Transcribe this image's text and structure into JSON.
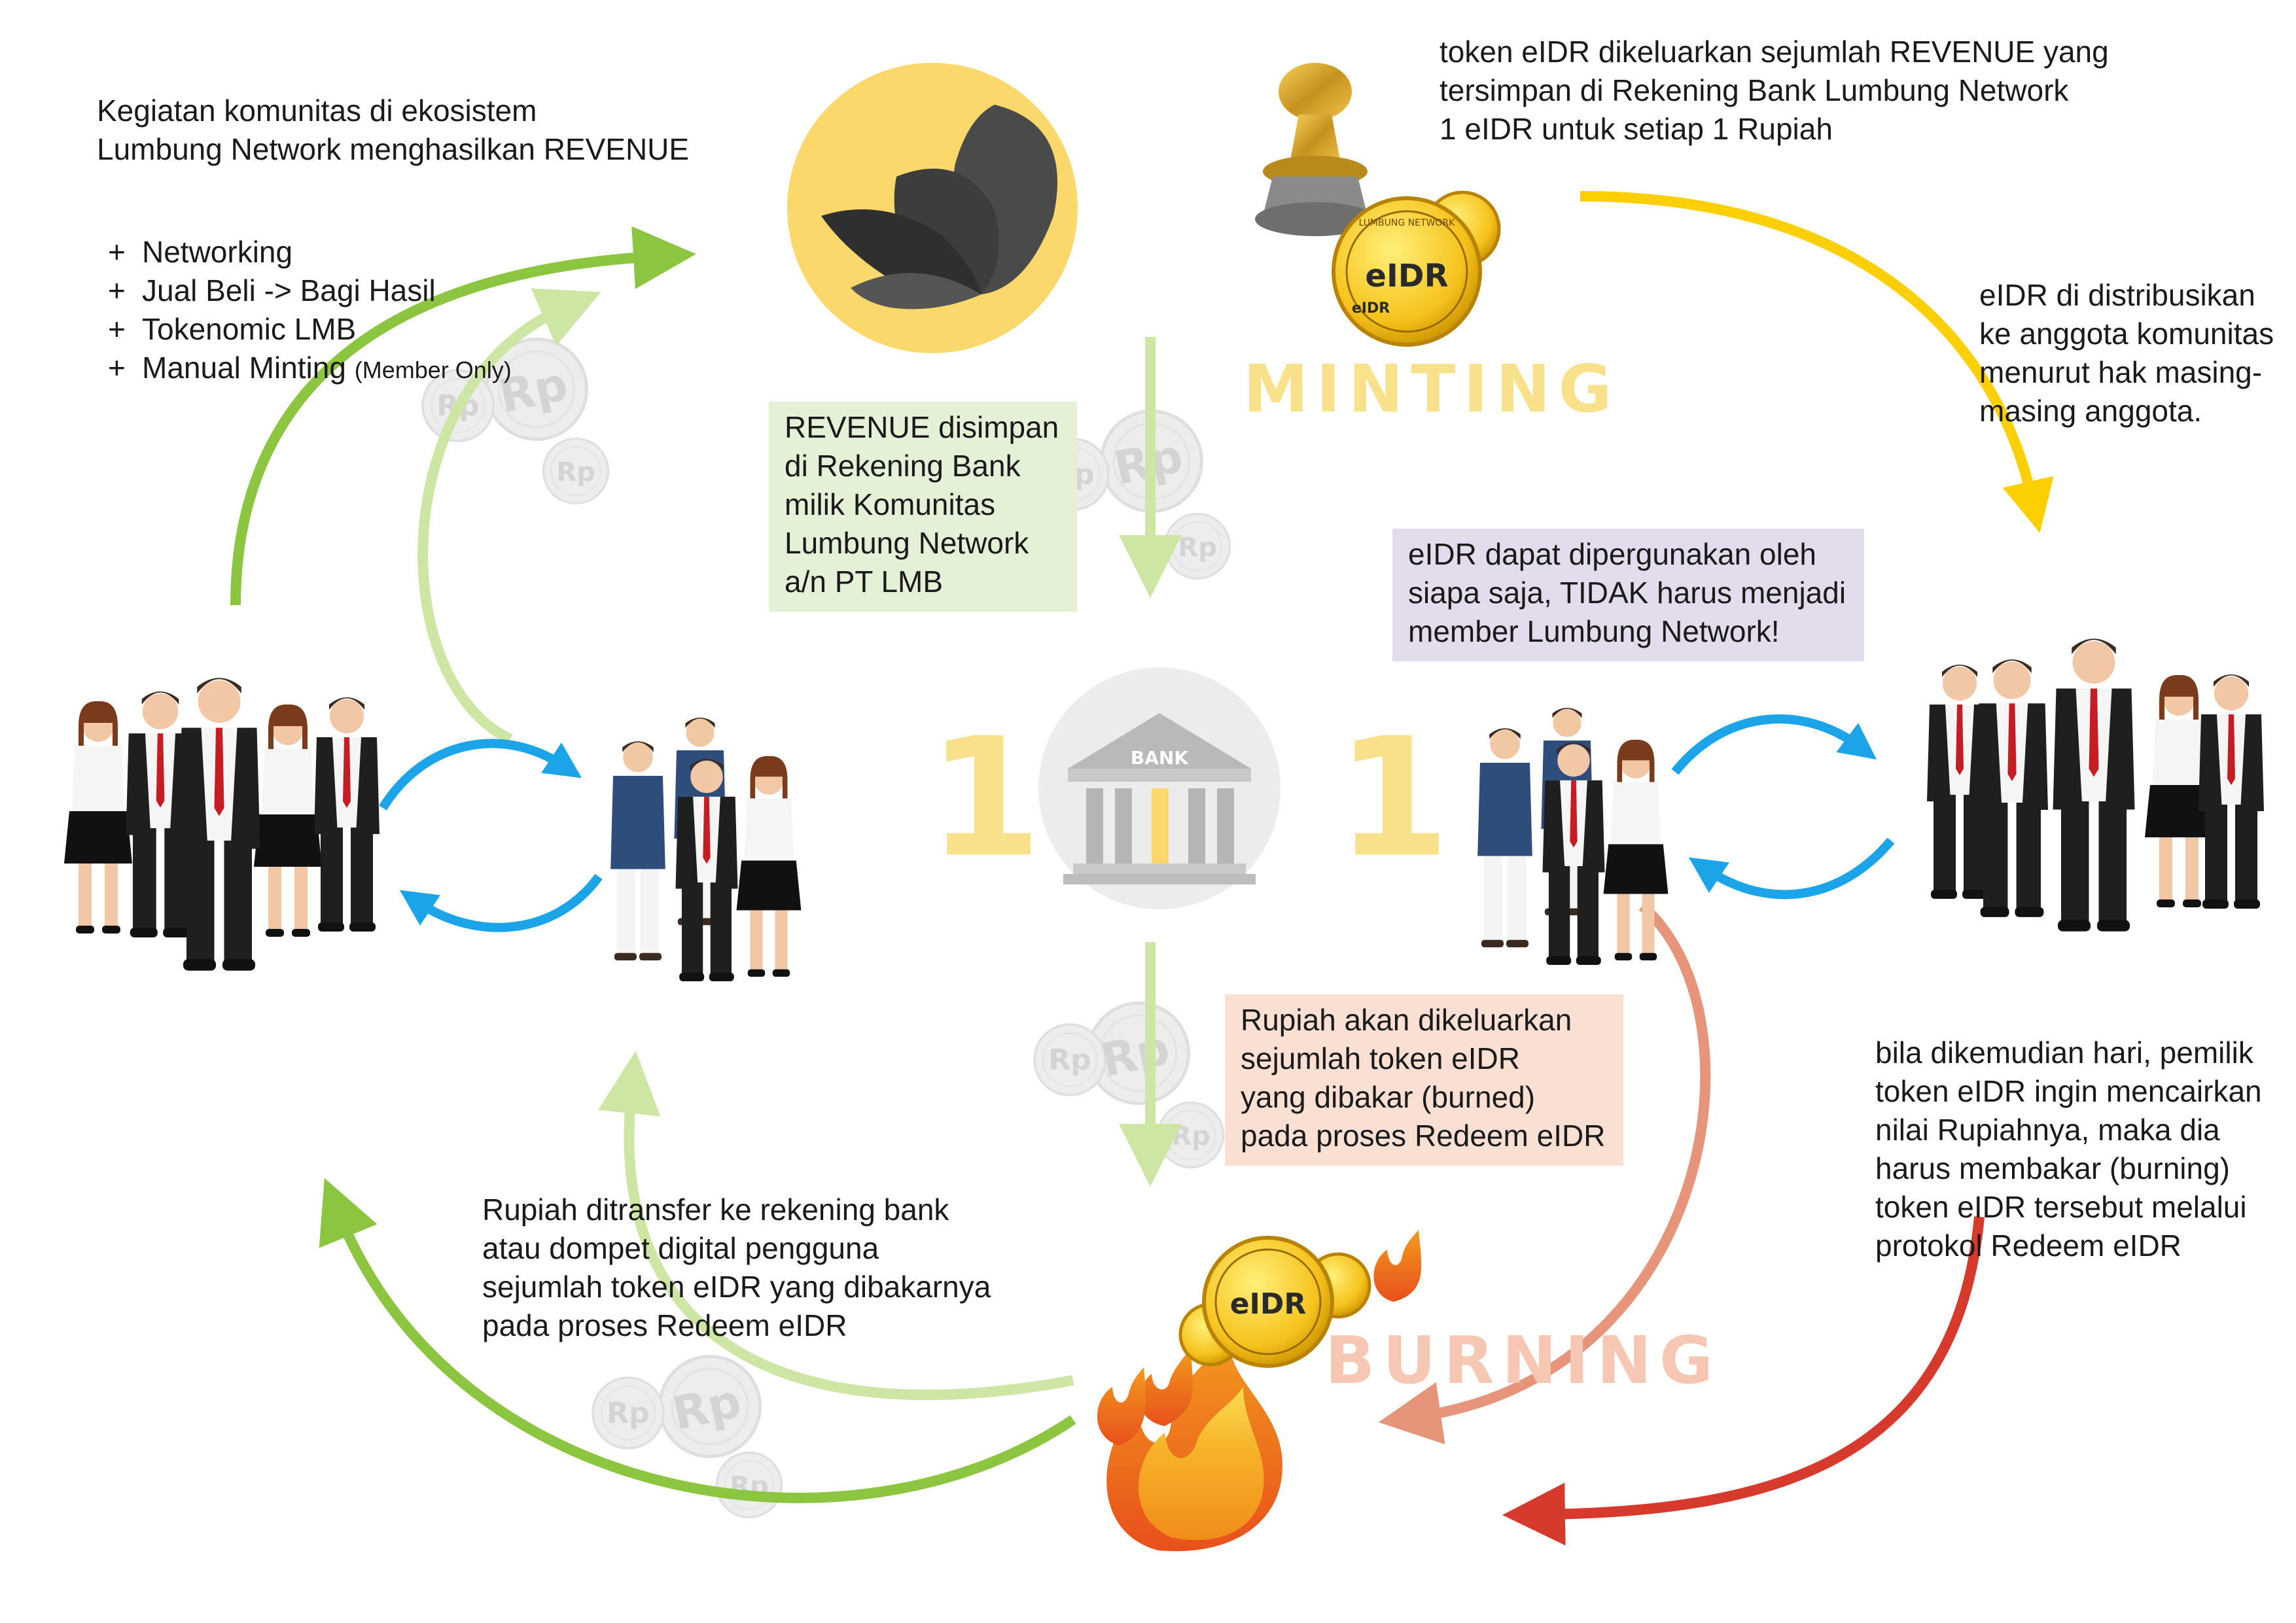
{
  "colors": {
    "green": "#8cc540",
    "light_green": "#cde6a4",
    "blue": "#1ba4e8",
    "yellow": "#fcd000",
    "red": "#d63a2c",
    "salmon": "#e6957a",
    "sun": "#fbd86b",
    "box_green": "#e5f1d6",
    "box_purple": "#e3dcec",
    "box_peach": "#fae0d3"
  },
  "top_left": {
    "lines": [
      "Kegiatan komunitas di ekosistem",
      "Lumbung Network menghasilkan REVENUE"
    ],
    "items": [
      {
        "text": "Networking",
        "note": ""
      },
      {
        "text": "Jual Beli -> Bagi Hasil",
        "note": ""
      },
      {
        "text": "Tokenomic LMB",
        "note": ""
      },
      {
        "text": "Manual Minting",
        "note": "(Member Only)"
      }
    ]
  },
  "minting": {
    "lines": [
      "token eIDR dikeluarkan sejumlah REVENUE yang",
      "tersimpan di Rekening Bank Lumbung Network",
      "1 eIDR untuk setiap 1 Rupiah"
    ],
    "label": "MINTING",
    "coin_label": "eIDR",
    "coin_small_label": "eIDR",
    "coin_ring_text": "LUMBUNG NETWORK"
  },
  "distribution": {
    "lines": [
      "eIDR di distribusikan",
      "ke anggota komunitas",
      "menurut hak masing-",
      "masing anggota."
    ]
  },
  "revenue_box": {
    "lines": [
      "REVENUE disimpan",
      "di Rekening Bank",
      "milik Komunitas",
      "Lumbung Network",
      "a/n PT LMB"
    ]
  },
  "usage_box": {
    "lines": [
      "eIDR dapat dipergunakan oleh",
      "siapa saja, TIDAK harus menjadi",
      "member Lumbung Network!"
    ]
  },
  "bank": {
    "label": "BANK",
    "left_num": "1",
    "right_num": "1"
  },
  "redeem_box": {
    "lines": [
      "Rupiah akan dikeluarkan",
      "sejumlah token eIDR",
      "yang dibakar (burned)",
      "pada proses Redeem eIDR"
    ]
  },
  "burn_note": {
    "lines": [
      "bila dikemudian hari, pemilik",
      "token eIDR ingin mencairkan",
      "nilai Rupiahnya, maka dia",
      "harus membakar (burning)",
      "token eIDR tersebut melalui",
      "protokol Redeem eIDR"
    ]
  },
  "transfer_note": {
    "lines": [
      "Rupiah ditransfer ke rekening bank",
      "atau dompet digital pengguna",
      "sejumlah token eIDR yang dibakarnya",
      "pada proses Redeem eIDR"
    ]
  },
  "burning": {
    "label": "BURNING",
    "coin_label": "eIDR"
  },
  "rp_coin_label": "Rp"
}
